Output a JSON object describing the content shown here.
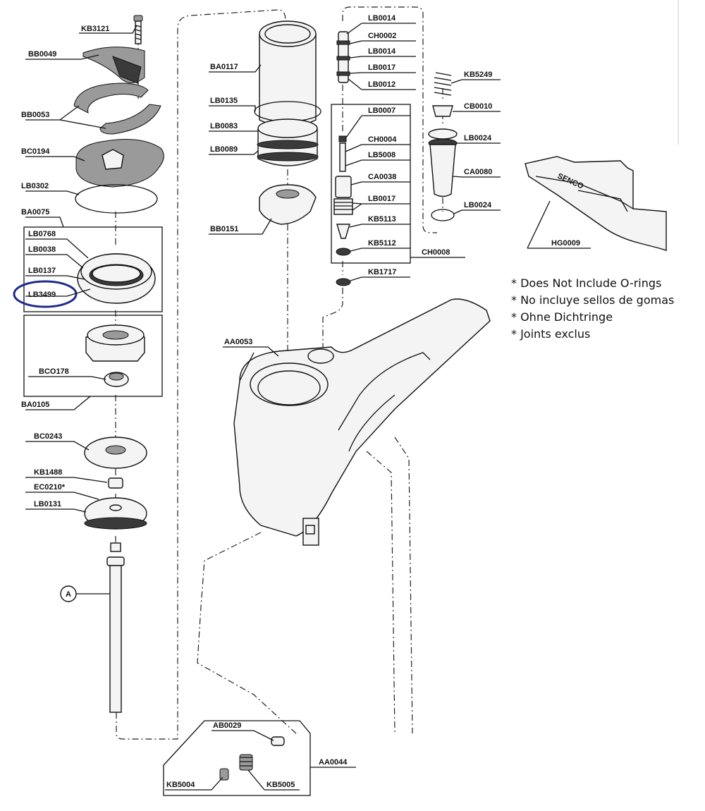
{
  "diagram": {
    "labels": {
      "KB3121": "KB3121",
      "BB0049": "BB0049",
      "BB0053": "BB0053",
      "BC0194": "BC0194",
      "LB0302": "LB0302",
      "BA0075": "BA0075",
      "LB0768": "LB0768",
      "LB0038": "LB0038",
      "LB0137": "LB0137",
      "LB3499": "LB3499",
      "BCO178": "BCO178",
      "BA0105": "BA0105",
      "BC0243": "BC0243",
      "KB1488": "KB1488",
      "EC0210": "EC0210*",
      "LB0131": "LB0131",
      "A": "A",
      "BA0117": "BA0117",
      "LB0135": "LB0135",
      "LB0083": "LB0083",
      "LB0089": "LB0089",
      "BB0151": "BB0151",
      "AA0053": "AA0053",
      "LB0014a": "LB0014",
      "CH0002": "CH0002",
      "LB0014b": "LB0014",
      "LB0017a": "LB0017",
      "LB0012": "LB0012",
      "LB0007": "LB0007",
      "CH0004": "CH0004",
      "LB5008": "LB5008",
      "CA0038": "CA0038",
      "LB0017b": "LB0017",
      "KB5113": "KB5113",
      "KB5112": "KB5112",
      "CH0008": "CH0008",
      "KB1717": "KB1717",
      "KB5249": "KB5249",
      "CB0010": "CB0010",
      "LB0024a": "LB0024",
      "CA0080": "CA0080",
      "LB0024b": "LB0024",
      "HG0009": "HG0009",
      "AB0029": "AB0029",
      "AA0044": "AA0044",
      "KB5004": "KB5004",
      "KB5005": "KB5005",
      "brand": "SENCO"
    },
    "notes": [
      "* Does Not Include O-rings",
      "* No incluye sellos de gomas",
      "* Ohne Dichtringe",
      "* Joints exclus"
    ],
    "highlight_color": "#1f2a8c"
  }
}
